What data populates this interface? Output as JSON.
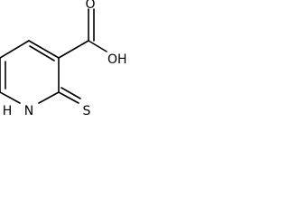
{
  "molecule": {
    "atoms": {
      "hydroxyl": "OH",
      "carbonyl_o": "O",
      "ring_nitrogen": "N",
      "ring_nh_h": "H",
      "thione_s": "S"
    }
  },
  "colors": {
    "bond": "#000000",
    "label": "#000000",
    "background": "#ffffff"
  }
}
